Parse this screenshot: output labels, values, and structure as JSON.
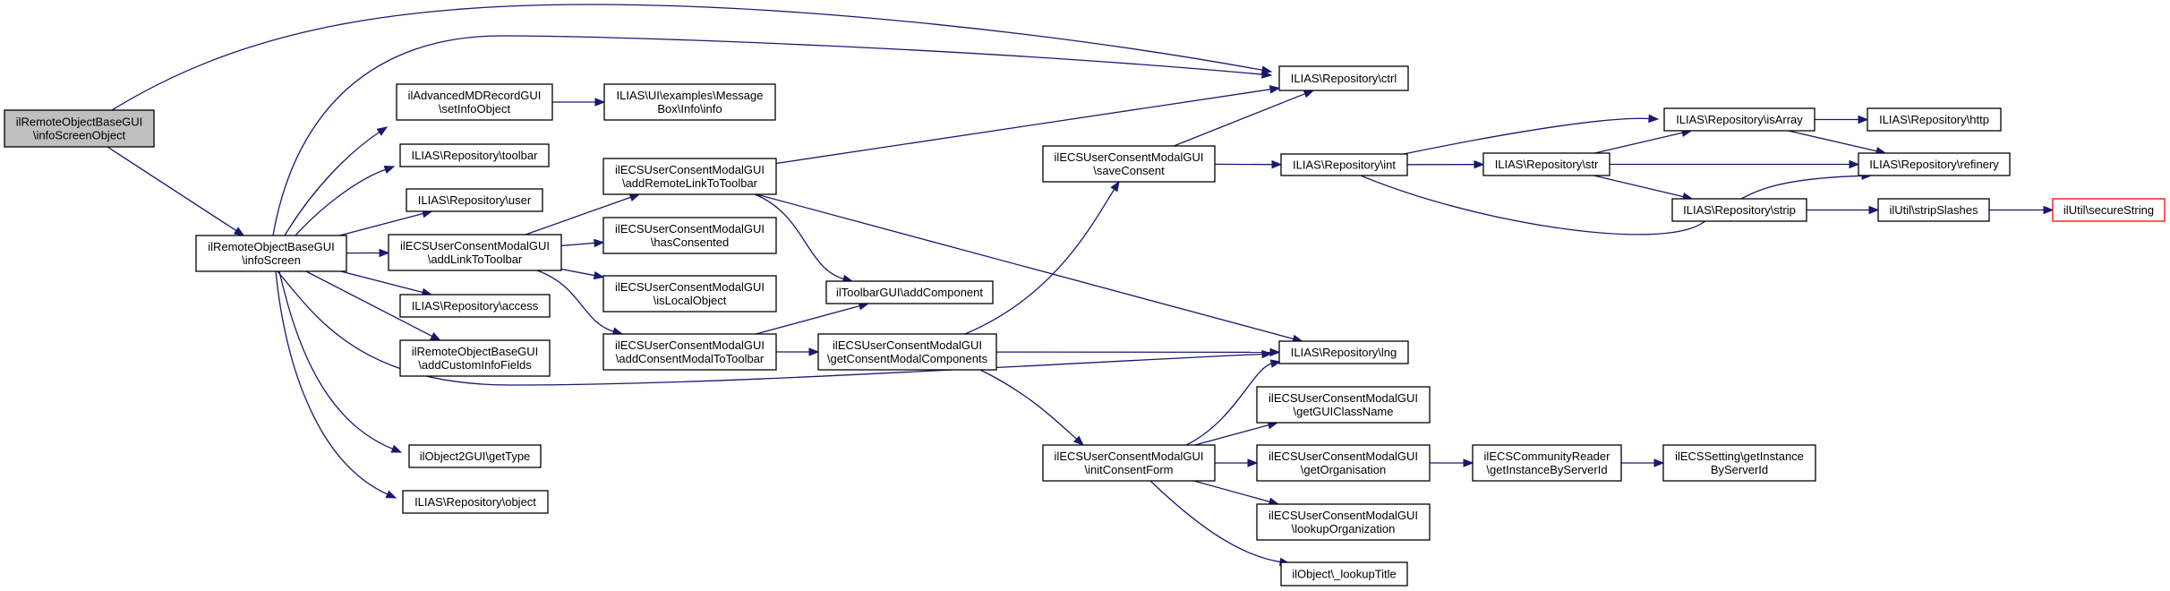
{
  "title": "Call graph of ilRemoteObjectBaseGUI\\infoScreenObject",
  "colors": {
    "edge": "#191970",
    "root_fill": "#bfbfbf",
    "node_border": "#000000",
    "undocumented_border": "#ff0000"
  },
  "nodes": [
    {
      "id": "infoScreenObject",
      "lines": [
        "ilRemoteObjectBaseGUI",
        "\\infoScreenObject"
      ],
      "kind": "root"
    },
    {
      "id": "infoScreen",
      "lines": [
        "ilRemoteObjectBaseGUI",
        "\\infoScreen"
      ]
    },
    {
      "id": "setInfoObject",
      "lines": [
        "ilAdvancedMDRecordGUI",
        "\\setInfoObject"
      ]
    },
    {
      "id": "msgInfo",
      "lines": [
        "ILIAS\\UI\\examples\\Message",
        "Box\\Info\\info"
      ]
    },
    {
      "id": "toolbar",
      "lines": [
        "ILIAS\\Repository\\toolbar"
      ]
    },
    {
      "id": "user",
      "lines": [
        "ILIAS\\Repository\\user"
      ]
    },
    {
      "id": "addLinkToToolbar",
      "lines": [
        "ilECSUserConsentModalGUI",
        "\\addLinkToToolbar"
      ]
    },
    {
      "id": "access",
      "lines": [
        "ILIAS\\Repository\\access"
      ]
    },
    {
      "id": "addCustomInfoFields",
      "lines": [
        "ilRemoteObjectBaseGUI",
        "\\addCustomInfoFields"
      ]
    },
    {
      "id": "getType",
      "lines": [
        "ilObject2GUI\\getType"
      ]
    },
    {
      "id": "object",
      "lines": [
        "ILIAS\\Repository\\object"
      ]
    },
    {
      "id": "addRemoteLinkToToolbar",
      "lines": [
        "ilECSUserConsentModalGUI",
        "\\addRemoteLinkToToolbar"
      ]
    },
    {
      "id": "hasConsented",
      "lines": [
        "ilECSUserConsentModalGUI",
        "\\hasConsented"
      ]
    },
    {
      "id": "isLocalObject",
      "lines": [
        "ilECSUserConsentModalGUI",
        "\\isLocalObject"
      ]
    },
    {
      "id": "addConsentModalToToolbar",
      "lines": [
        "ilECSUserConsentModalGUI",
        "\\addConsentModalToToolbar"
      ]
    },
    {
      "id": "addComponent",
      "lines": [
        "ilToolbarGUI\\addComponent"
      ]
    },
    {
      "id": "getConsentModalComponents",
      "lines": [
        "ilECSUserConsentModalGUI",
        "\\getConsentModalComponents"
      ]
    },
    {
      "id": "saveConsent",
      "lines": [
        "ilECSUserConsentModalGUI",
        "\\saveConsent"
      ]
    },
    {
      "id": "ctrl",
      "lines": [
        "ILIAS\\Repository\\ctrl"
      ]
    },
    {
      "id": "int",
      "lines": [
        "ILIAS\\Repository\\int"
      ]
    },
    {
      "id": "lng",
      "lines": [
        "ILIAS\\Repository\\lng"
      ]
    },
    {
      "id": "initConsentForm",
      "lines": [
        "ilECSUserConsentModalGUI",
        "\\initConsentForm"
      ]
    },
    {
      "id": "getGUIClassName",
      "lines": [
        "ilECSUserConsentModalGUI",
        "\\getGUIClassName"
      ]
    },
    {
      "id": "getOrganisation",
      "lines": [
        "ilECSUserConsentModalGUI",
        "\\getOrganisation"
      ]
    },
    {
      "id": "lookupOrganization",
      "lines": [
        "ilECSUserConsentModalGUI",
        "\\lookupOrganization"
      ]
    },
    {
      "id": "lookupTitle",
      "lines": [
        "ilObject\\_lookupTitle"
      ]
    },
    {
      "id": "str",
      "lines": [
        "ILIAS\\Repository\\str"
      ]
    },
    {
      "id": "isArray",
      "lines": [
        "ILIAS\\Repository\\isArray"
      ]
    },
    {
      "id": "strip",
      "lines": [
        "ILIAS\\Repository\\strip"
      ]
    },
    {
      "id": "http",
      "lines": [
        "ILIAS\\Repository\\http"
      ]
    },
    {
      "id": "refinery",
      "lines": [
        "ILIAS\\Repository\\refinery"
      ]
    },
    {
      "id": "stripSlashes",
      "lines": [
        "ilUtil\\stripSlashes"
      ]
    },
    {
      "id": "secureString",
      "lines": [
        "ilUtil\\secureString"
      ],
      "kind": "undocumented"
    },
    {
      "id": "getInstanceByServerId",
      "lines": [
        "ilECSCommunityReader",
        "\\getInstanceByServerId"
      ]
    },
    {
      "id": "settingGetInstance",
      "lines": [
        "ilECSSetting\\getInstance",
        "ByServerId"
      ]
    }
  ],
  "edges": [
    [
      "infoScreenObject",
      "infoScreen"
    ],
    [
      "infoScreenObject",
      "ctrl"
    ],
    [
      "infoScreen",
      "ctrl"
    ],
    [
      "infoScreen",
      "setInfoObject"
    ],
    [
      "infoScreen",
      "toolbar"
    ],
    [
      "infoScreen",
      "user"
    ],
    [
      "infoScreen",
      "addLinkToToolbar"
    ],
    [
      "infoScreen",
      "access"
    ],
    [
      "infoScreen",
      "addCustomInfoFields"
    ],
    [
      "infoScreen",
      "lng"
    ],
    [
      "infoScreen",
      "getType"
    ],
    [
      "infoScreen",
      "object"
    ],
    [
      "setInfoObject",
      "msgInfo"
    ],
    [
      "addLinkToToolbar",
      "addRemoteLinkToToolbar"
    ],
    [
      "addLinkToToolbar",
      "hasConsented"
    ],
    [
      "addLinkToToolbar",
      "isLocalObject"
    ],
    [
      "addLinkToToolbar",
      "addConsentModalToToolbar"
    ],
    [
      "addRemoteLinkToToolbar",
      "ctrl"
    ],
    [
      "addRemoteLinkToToolbar",
      "addComponent"
    ],
    [
      "addRemoteLinkToToolbar",
      "lng"
    ],
    [
      "addConsentModalToToolbar",
      "addComponent"
    ],
    [
      "addConsentModalToToolbar",
      "getConsentModalComponents"
    ],
    [
      "getConsentModalComponents",
      "saveConsent"
    ],
    [
      "getConsentModalComponents",
      "lng"
    ],
    [
      "getConsentModalComponents",
      "initConsentForm"
    ],
    [
      "saveConsent",
      "ctrl"
    ],
    [
      "saveConsent",
      "int"
    ],
    [
      "int",
      "isArray"
    ],
    [
      "int",
      "str"
    ],
    [
      "int",
      "refinery"
    ],
    [
      "str",
      "isArray"
    ],
    [
      "str",
      "refinery"
    ],
    [
      "str",
      "strip"
    ],
    [
      "isArray",
      "http"
    ],
    [
      "isArray",
      "refinery"
    ],
    [
      "strip",
      "stripSlashes"
    ],
    [
      "stripSlashes",
      "secureString"
    ],
    [
      "initConsentForm",
      "lng"
    ],
    [
      "initConsentForm",
      "getGUIClassName"
    ],
    [
      "initConsentForm",
      "getOrganisation"
    ],
    [
      "initConsentForm",
      "lookupOrganization"
    ],
    [
      "initConsentForm",
      "lookupTitle"
    ],
    [
      "getOrganisation",
      "getInstanceByServerId"
    ],
    [
      "getInstanceByServerId",
      "settingGetInstance"
    ]
  ]
}
